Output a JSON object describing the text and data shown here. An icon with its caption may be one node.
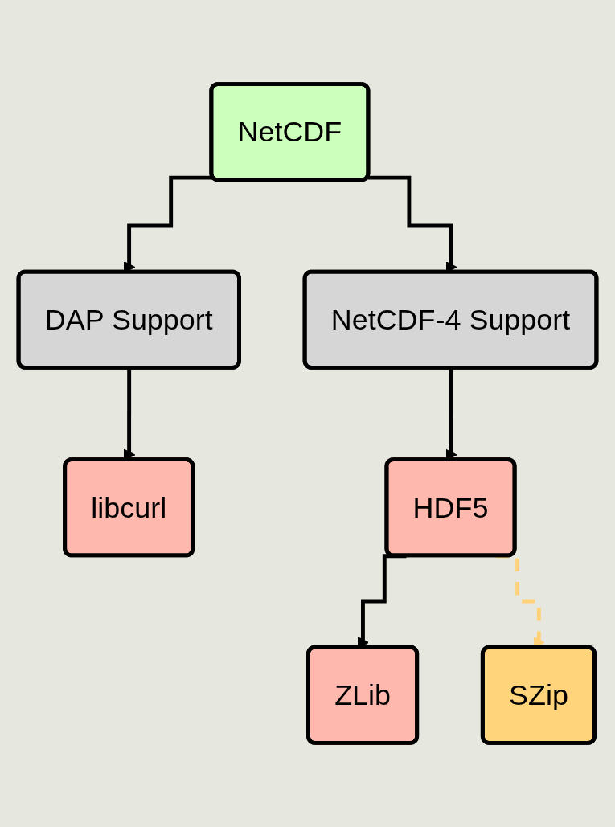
{
  "diagram": {
    "nodes": [
      {
        "text": [
          "NetCDF"
        ]
      },
      {
        "text": [
          "DAP Support"
        ]
      },
      {
        "text": [
          "NetCDF-4 Support"
        ]
      },
      {
        "text": [
          "libcurl"
        ]
      },
      {
        "text": [
          "HDF5"
        ]
      },
      {
        "text": [
          "ZLib"
        ]
      },
      {
        "text": [
          "SZip"
        ]
      }
    ],
    "edges": [
      {
        "from": 0,
        "to": 1,
        "arrow": "to"
      },
      {
        "from": 0,
        "to": 2,
        "arrow": "to"
      },
      {
        "from": 1,
        "to": 3,
        "arrow": "to"
      },
      {
        "from": 2,
        "to": 4,
        "arrow": "to"
      },
      {
        "from": 4,
        "to": 5,
        "arrow": "to"
      },
      {
        "from": 4,
        "to": 6,
        "arrow": "to",
        "style": "dashed",
        "color": "#ffd27a"
      }
    ]
  }
}
